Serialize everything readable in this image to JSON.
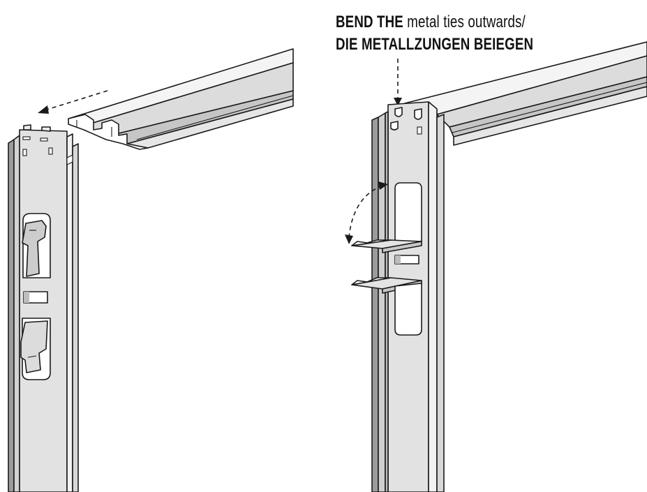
{
  "instruction": {
    "line1_bold": "BEND THE",
    "line1_regular": " metal ties outwards/",
    "line2": "DIE METALLZUNGEN BEIEGEN"
  },
  "colors": {
    "steel_light": "#e8e8e8",
    "steel_mid": "#d2d2d2",
    "steel_dark": "#9c9c9c",
    "outline": "#1a1a1a"
  }
}
